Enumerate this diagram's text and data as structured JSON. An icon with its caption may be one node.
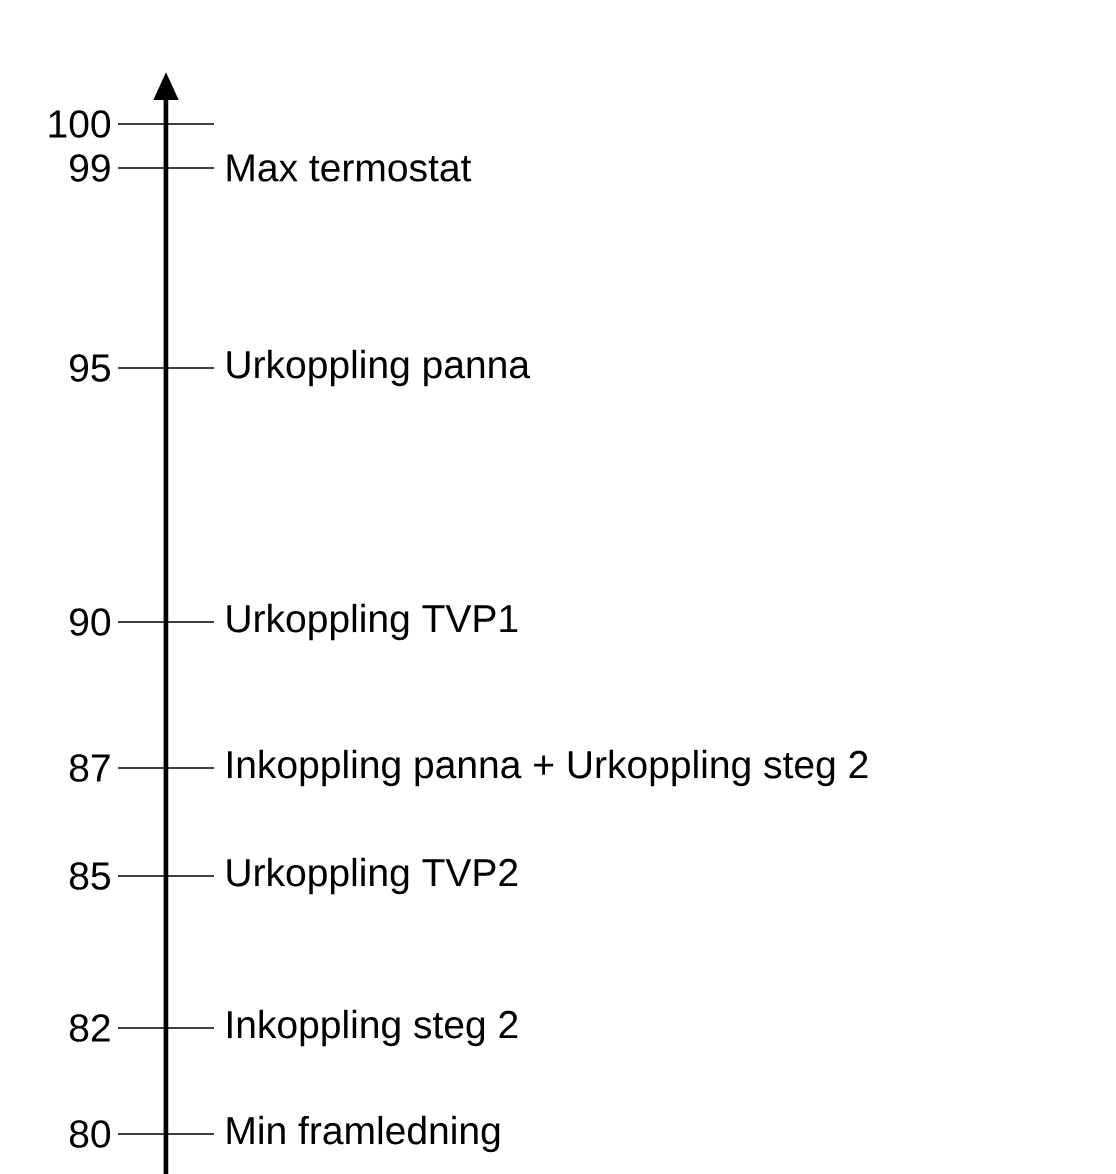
{
  "diagram": {
    "labels": [
      "100",
      "99",
      "Max termostat",
      "95",
      "Urkoppling panna",
      "90",
      "Urkoppling TVP1",
      "87",
      "Inkoppling panna + Urkoppling steg 2",
      "85",
      "Urkoppling TVP2",
      "82",
      "Inkoppling steg 2",
      "80",
      "Min framledning"
    ]
  }
}
